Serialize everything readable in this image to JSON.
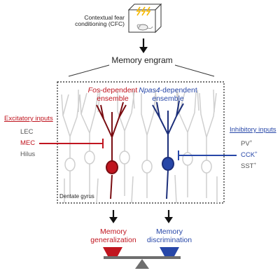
{
  "top": {
    "paradigm_line1": "Contextual fear",
    "paradigm_line2": "conditioning (CFC)"
  },
  "engram_label": "Memory engram",
  "box": {
    "region_label": "Dentate gyrus",
    "fos_ensemble": {
      "gene": "Fos",
      "line1_suffix": "-dependent",
      "line2": "ensemble"
    },
    "npas4_ensemble": {
      "gene": "Npas4",
      "line1_suffix": "-dependent",
      "line2": "ensemble"
    }
  },
  "excitatory": {
    "title": "Excitatory inputs",
    "items": [
      "LEC",
      "MEC",
      "Hilus"
    ],
    "highlight": "MEC"
  },
  "inhibitory": {
    "title": "Inhibitory inputs",
    "items": [
      {
        "name": "PV",
        "sup": "+"
      },
      {
        "name": "CCK",
        "sup": "+"
      },
      {
        "name": "SST",
        "sup": "+"
      }
    ],
    "highlight": "CCK"
  },
  "outcomes": {
    "left": {
      "line1": "Memory",
      "line2": "generalization"
    },
    "right": {
      "line1": "Memory",
      "line2": "discrimination"
    }
  },
  "colors": {
    "red": "#c0151f",
    "blue": "#2747a8",
    "gray_neuron": "#cfcfcf",
    "balance": "#6e6e6e"
  }
}
